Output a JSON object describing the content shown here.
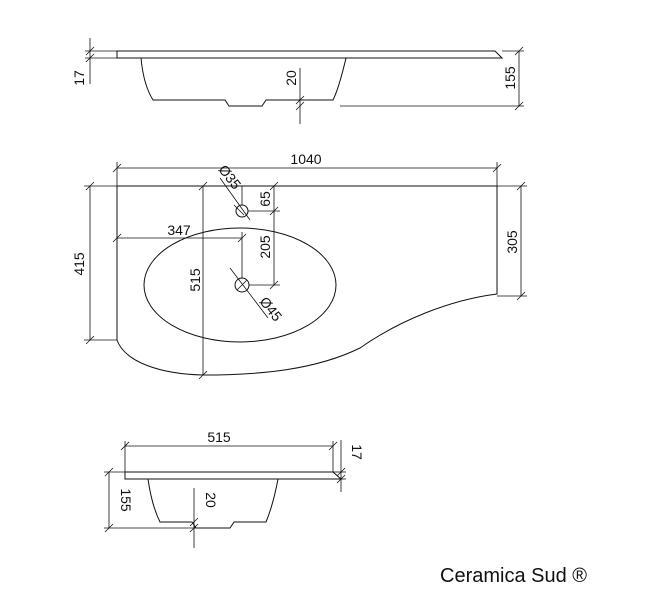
{
  "drawing": {
    "side_view": {
      "thickness": "17",
      "bowl_bottom": "20",
      "height": "155"
    },
    "top_view": {
      "total_length": "1040",
      "tap_hole_diameter": "Ø35",
      "tap_offset": "65",
      "tap_to_drain": "205",
      "bowl_offset": "347",
      "total_depth": "415",
      "right_depth": "305",
      "bowl_depth": "515",
      "drain_diameter": "Ø45"
    },
    "front_view": {
      "width": "515",
      "thickness": "17",
      "bowl_bottom": "20",
      "height": "155"
    }
  },
  "brand": "Ceramica Sud ®"
}
